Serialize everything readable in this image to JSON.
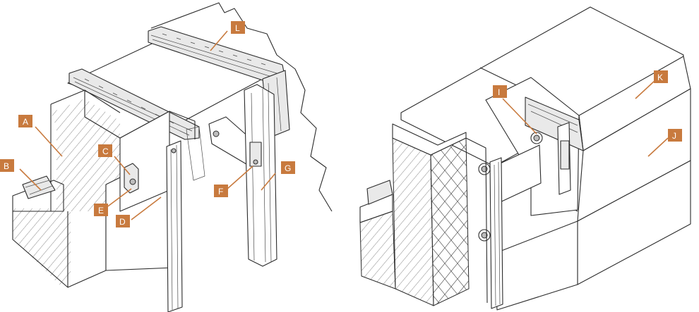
{
  "colors": {
    "callout": "#c87a3e",
    "line": "#2b2b2b",
    "fill": "#ffffff",
    "shade": "#e9e9e9"
  },
  "labels": {
    "a": "A",
    "b": "B",
    "c": "C",
    "d": "D",
    "e": "E",
    "f": "F",
    "g": "G",
    "i": "I",
    "j": "J",
    "k": "K",
    "l": "L"
  }
}
